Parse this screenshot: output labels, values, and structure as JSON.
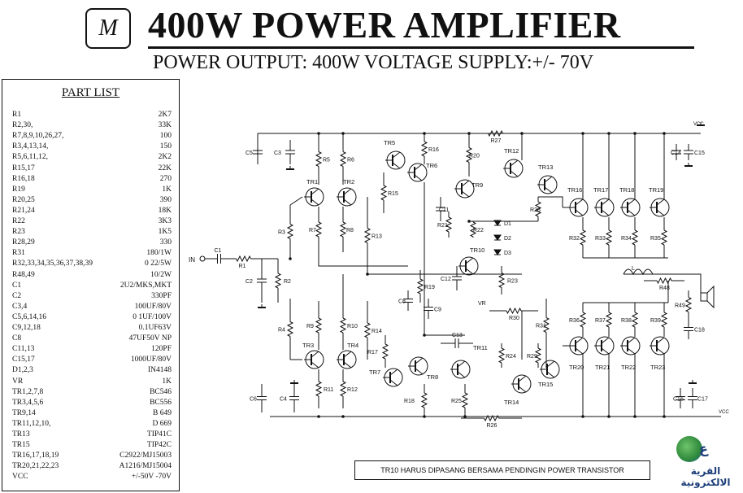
{
  "header": {
    "logo_letter": "M",
    "title": "400W POWER AMPLIFIER",
    "subtitle": "POWER OUTPUT: 400W   VOLTAGE SUPPLY:+/- 70V"
  },
  "part_list": {
    "title": "PART LIST",
    "rows": [
      {
        "name": "R1",
        "value": "2K7"
      },
      {
        "name": "R2,30,",
        "value": "33K"
      },
      {
        "name": "R7,8,9,10,26,27,",
        "value": "100"
      },
      {
        "name": "R3,4,13,14,",
        "value": "150"
      },
      {
        "name": "R5,6,11,12,",
        "value": "2K2"
      },
      {
        "name": "R15,17",
        "value": "22K"
      },
      {
        "name": "R16,18",
        "value": "270"
      },
      {
        "name": "R19",
        "value": "1K"
      },
      {
        "name": "R20,25",
        "value": "390"
      },
      {
        "name": "R21,24",
        "value": "18K"
      },
      {
        "name": "R22",
        "value": "3K3"
      },
      {
        "name": "R23",
        "value": "1K5"
      },
      {
        "name": "R28,29",
        "value": "330"
      },
      {
        "name": "R31",
        "value": "180/1W"
      },
      {
        "name": "R32,33,34,35,36,37,38,39",
        "value": "0 22/5W"
      },
      {
        "name": "R48,49",
        "value": "10/2W"
      },
      {
        "name": "C1",
        "value": "2U2/MKS,MKT"
      },
      {
        "name": "C2",
        "value": "330PF"
      },
      {
        "name": "C3,4",
        "value": "100UF/80V"
      },
      {
        "name": "C5,6,14,16",
        "value": "0 1UF/100V"
      },
      {
        "name": "C9,12,18",
        "value": "0.1UF63V"
      },
      {
        "name": "C8",
        "value": "47UF50V NP"
      },
      {
        "name": "C11,13",
        "value": "120PF"
      },
      {
        "name": "C15,17",
        "value": "1000UF/80V"
      },
      {
        "name": "D1,2,3",
        "value": "IN4148"
      },
      {
        "name": "VR",
        "value": "1K"
      },
      {
        "name": "TR1,2,7,8",
        "value": "BC546"
      },
      {
        "name": "TR3,4,5,6",
        "value": "BC556"
      },
      {
        "name": "TR9,14",
        "value": "B 649"
      },
      {
        "name": "TR11,12,10,",
        "value": "D 669"
      },
      {
        "name": "TR13",
        "value": "TIP41C"
      },
      {
        "name": "TR15",
        "value": "TIP42C"
      },
      {
        "name": "TR16,17,18,19",
        "value": "C2922/MJ15003"
      },
      {
        "name": "TR20,21,22,23",
        "value": "A1216/MJ15004"
      },
      {
        "name": "VCC",
        "value": "+/-50V -70V"
      }
    ]
  },
  "schematic": {
    "transistors": [
      {
        "id": "TR1",
        "label": "TR1"
      },
      {
        "id": "TR2",
        "label": "TR2"
      },
      {
        "id": "TR3",
        "label": "TR3"
      },
      {
        "id": "TR4",
        "label": "TR4"
      },
      {
        "id": "TR5",
        "label": "TR5"
      },
      {
        "id": "TR6",
        "label": "TR6"
      },
      {
        "id": "TR7",
        "label": "TR7"
      },
      {
        "id": "TR8",
        "label": "TR8"
      },
      {
        "id": "TR9",
        "label": "TR9"
      },
      {
        "id": "TR10",
        "label": "TR10"
      },
      {
        "id": "TR11",
        "label": "TR11"
      },
      {
        "id": "TR12",
        "label": "TR12"
      },
      {
        "id": "TR13",
        "label": "TR13"
      },
      {
        "id": "TR14",
        "label": "TR14"
      },
      {
        "id": "TR15",
        "label": "TR15"
      },
      {
        "id": "TR16",
        "label": "TR16"
      },
      {
        "id": "TR17",
        "label": "TR17"
      },
      {
        "id": "TR18",
        "label": "TR18"
      },
      {
        "id": "TR19",
        "label": "TR19"
      },
      {
        "id": "TR20",
        "label": "TR20"
      },
      {
        "id": "TR21",
        "label": "TR21"
      },
      {
        "id": "TR22",
        "label": "TR22"
      },
      {
        "id": "TR23",
        "label": "TR23"
      }
    ],
    "resistors": [
      "R1",
      "R2",
      "R3",
      "R4",
      "R5",
      "R6",
      "R7",
      "R8",
      "R9",
      "R10",
      "R11",
      "R12",
      "R13",
      "R14",
      "R15",
      "R16",
      "R17",
      "R18",
      "R19",
      "R20",
      "R21",
      "R22",
      "R23",
      "R24",
      "R25",
      "R26",
      "R27",
      "R28",
      "R29",
      "R30",
      "R31",
      "R32",
      "R33",
      "R34",
      "R35",
      "R36",
      "R37",
      "R38",
      "R39",
      "R48",
      "R49"
    ],
    "capacitors": [
      "C1",
      "C2",
      "C3",
      "C4",
      "C5",
      "C6",
      "C8",
      "C9",
      "C11",
      "C12",
      "C13",
      "C14",
      "C15",
      "C16",
      "C17",
      "C18"
    ],
    "diodes": [
      "D1",
      "D2",
      "D3"
    ],
    "misc": {
      "input": "IN",
      "vr": "VR",
      "inductor": "L",
      "vcc": "VCC",
      "vee": "VCC"
    }
  },
  "note": "TR10  HARUS DIPASANG BERSAMA PENDINGIN POWER TRANSISTOR",
  "watermark": {
    "text": "القرية الالكترونية"
  },
  "colors": {
    "ink": "#111111",
    "paper": "#ffffff",
    "watermark": "#1d3f7a"
  }
}
